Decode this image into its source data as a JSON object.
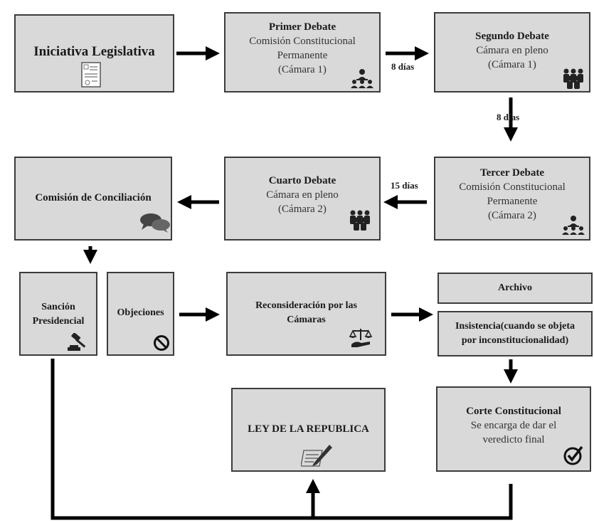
{
  "boxes": {
    "iniciativa": {
      "title": "Iniciativa Legislativa"
    },
    "primer": {
      "title": "Primer Debate",
      "lines": [
        "Comisión Constitucional",
        "Permanente",
        "(Cámara 1)"
      ]
    },
    "segundo": {
      "title": "Segundo Debate",
      "lines": [
        "Cámara en pleno",
        "(Cámara 1)"
      ]
    },
    "tercer": {
      "title": "Tercer Debate",
      "lines": [
        "Comisión Constitucional",
        "Permanente",
        "(Cámara 2)"
      ]
    },
    "cuarto": {
      "title": "Cuarto Debate",
      "lines": [
        "Cámara en pleno",
        "(Cámara 2)"
      ]
    },
    "conciliacion": {
      "title": "Comisión de Conciliación"
    },
    "sancion": {
      "title_lines": [
        "Sanción",
        "Presidencial"
      ]
    },
    "objeciones": {
      "title": "Objeciones"
    },
    "reconsideracion": {
      "title_lines": [
        "Reconsideración por las",
        "Cámaras"
      ]
    },
    "archivo": {
      "title": "Archivo"
    },
    "insistencia": {
      "title_lines": [
        "Insistencia(cuando se objeta",
        "por inconstitucionalidad)"
      ]
    },
    "corte": {
      "title": "Corte Constitucional",
      "lines": [
        "Se encarga de dar el",
        "veredicto final"
      ]
    },
    "ley": {
      "title": "LEY DE LA REPUBLICA"
    }
  },
  "edge_labels": {
    "primer_segundo": "8 días",
    "segundo_tercer": "8 días",
    "tercer_cuarto": "15 días"
  },
  "icons": [
    "document-icon",
    "committee-icon",
    "crowd-icon",
    "chat-icon",
    "gavel-icon",
    "prohibited-icon",
    "scales-icon",
    "signing-icon",
    "checkmark-icon"
  ]
}
